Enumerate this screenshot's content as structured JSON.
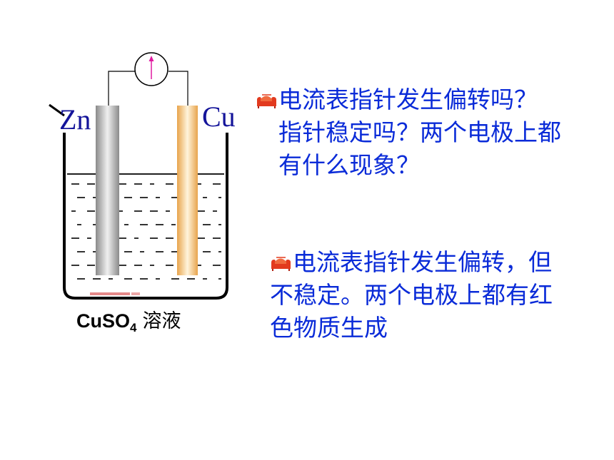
{
  "diagram": {
    "meter_icon": "galvanometer-icon",
    "anode_label": "Zn",
    "cathode_label": "Cu",
    "solution_formula": "CuSO",
    "solution_subscript": "4",
    "solution_word": "溶液"
  },
  "question": {
    "bullet_icon": "armchair-bullet-icon",
    "lines": [
      "电流表指针发生偏转吗？",
      "指针稳定吗？两个电极上都",
      "有什么现象？"
    ]
  },
  "answer": {
    "bullet_icon": "armchair-bullet-icon",
    "lines": [
      "电流表指针发生偏转，但",
      "不稳定。两个电极上都有红",
      "色物质生成"
    ]
  },
  "colors": {
    "text_blue": "#0a2bd8",
    "electrode_label": "#14149a",
    "bullet_red": "#e23a1e",
    "zinc_mid": "#f0f0f0",
    "copper_mid": "#fff4dc",
    "meter_needle": "#e01aa0"
  }
}
